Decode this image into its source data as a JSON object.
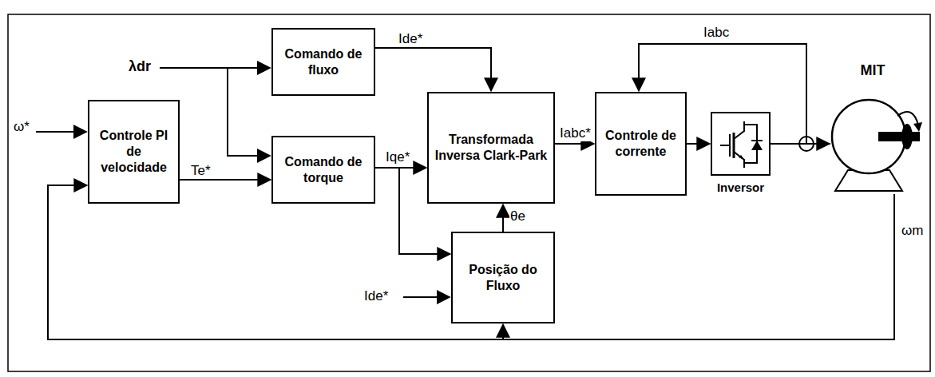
{
  "diagram": {
    "nodes": [
      {
        "text": [
          "Controle PI de velocidade"
        ]
      },
      {
        "text": [
          "Comando de fluxo"
        ]
      },
      {
        "text": [
          "Comando de torque"
        ]
      },
      {
        "text": [
          "Transformada Inversa Clark-Park"
        ]
      },
      {
        "text": [
          "Controle de corrente"
        ]
      },
      {
        "text": [
          "Posição do Fluxo"
        ]
      },
      {
        "text": [
          "Inversor"
        ]
      },
      {
        "text": [
          "MIT"
        ]
      }
    ],
    "edges": [
      {
        "from": 0,
        "to": 2,
        "label": "Te*",
        "arrow": "to"
      },
      {
        "from": 1,
        "to": 3,
        "label": "Ide*",
        "arrow": "to"
      },
      {
        "from": 2,
        "to": 3,
        "label": "Iqe*",
        "arrow": "to"
      },
      {
        "from": 2,
        "to": 5,
        "arrow": "to"
      },
      {
        "from": 5,
        "to": 3,
        "label": "θe",
        "arrow": "to"
      },
      {
        "from": 3,
        "to": 4,
        "label": "Iabc*",
        "arrow": "to"
      },
      {
        "from": 4,
        "to": 6,
        "arrow": "to"
      },
      {
        "from": 6,
        "to": 7,
        "arrow": "to"
      },
      {
        "from": 7,
        "to": 4,
        "label": "Iabc",
        "arrow": "to"
      },
      {
        "from": 7,
        "to": 0,
        "arrow": "to"
      },
      {
        "from": 7,
        "to": 5,
        "arrow": "to"
      }
    ],
    "labels": [
      "λdr",
      "ω*",
      "Ide*",
      "ωm"
    ]
  }
}
